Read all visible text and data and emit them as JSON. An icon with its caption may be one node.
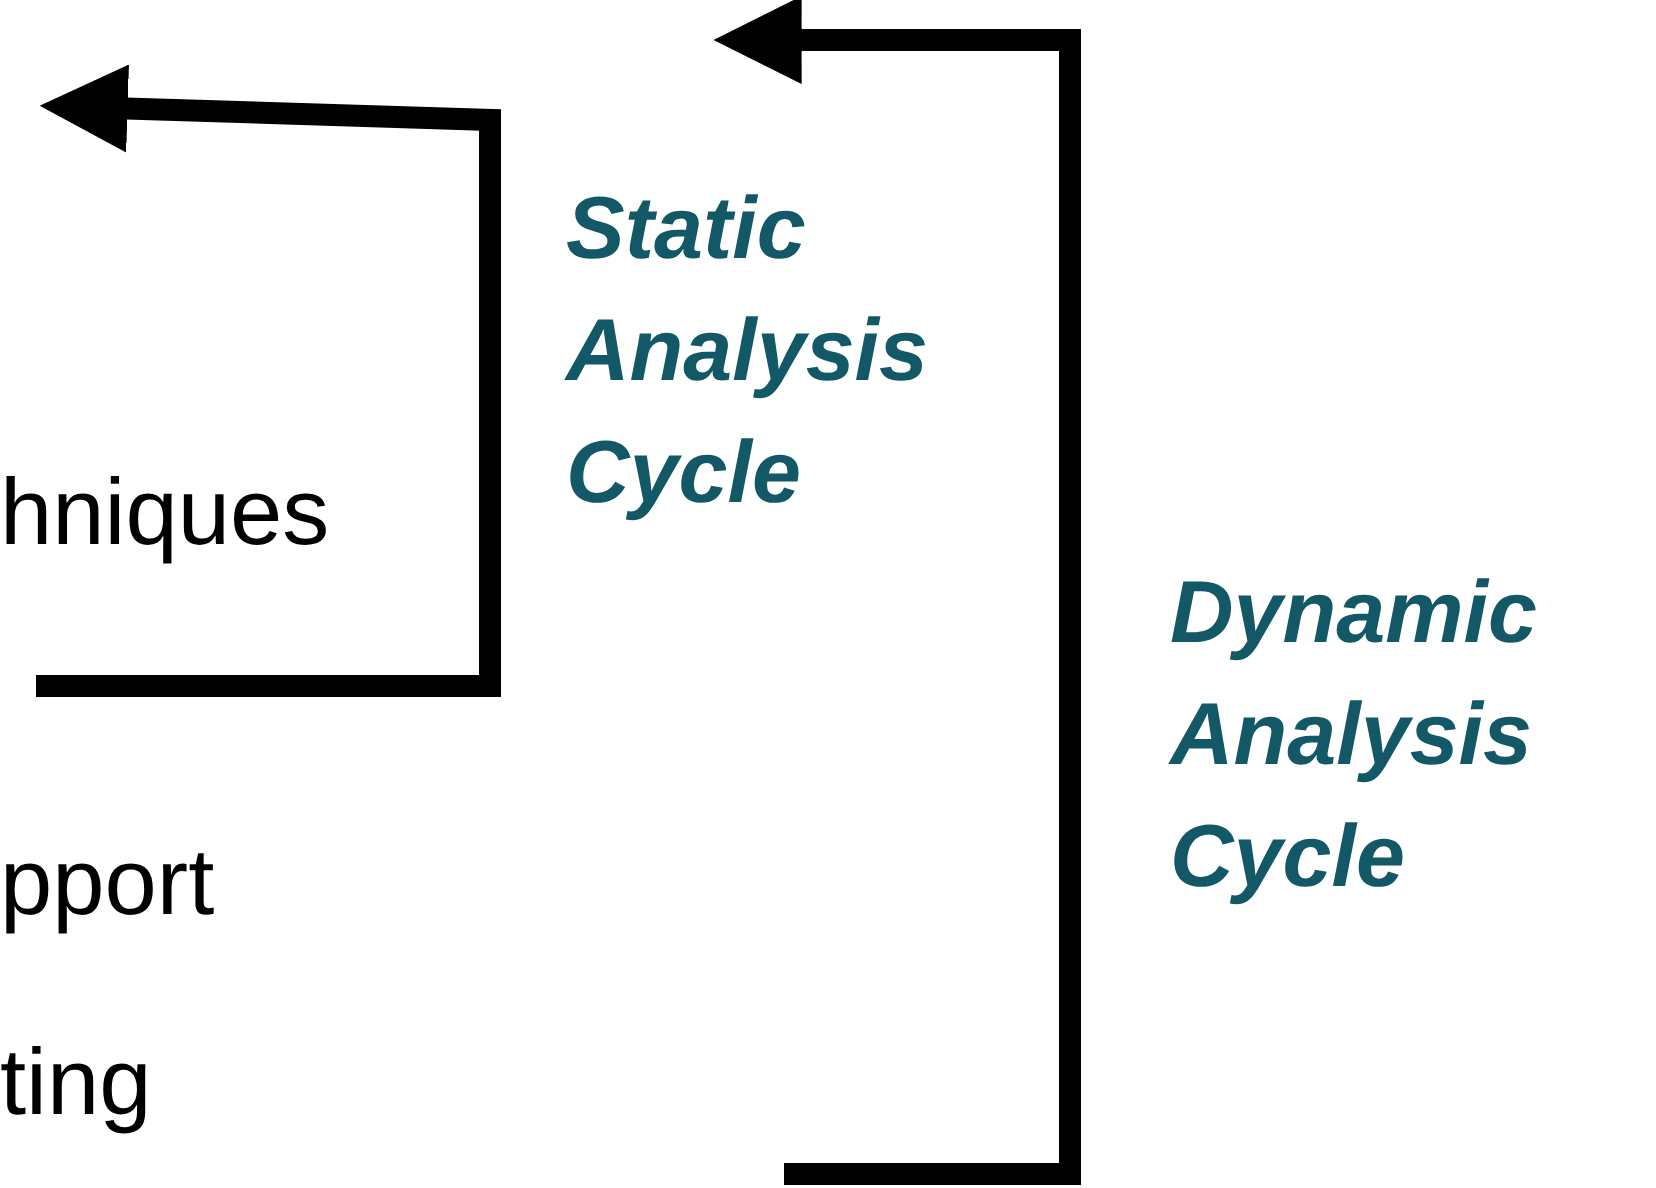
{
  "diagram": {
    "labels": [
      "hniques",
      "pport",
      "ting",
      "Static Analysis Cycle",
      "Dynamic Analysis Cycle"
    ]
  }
}
